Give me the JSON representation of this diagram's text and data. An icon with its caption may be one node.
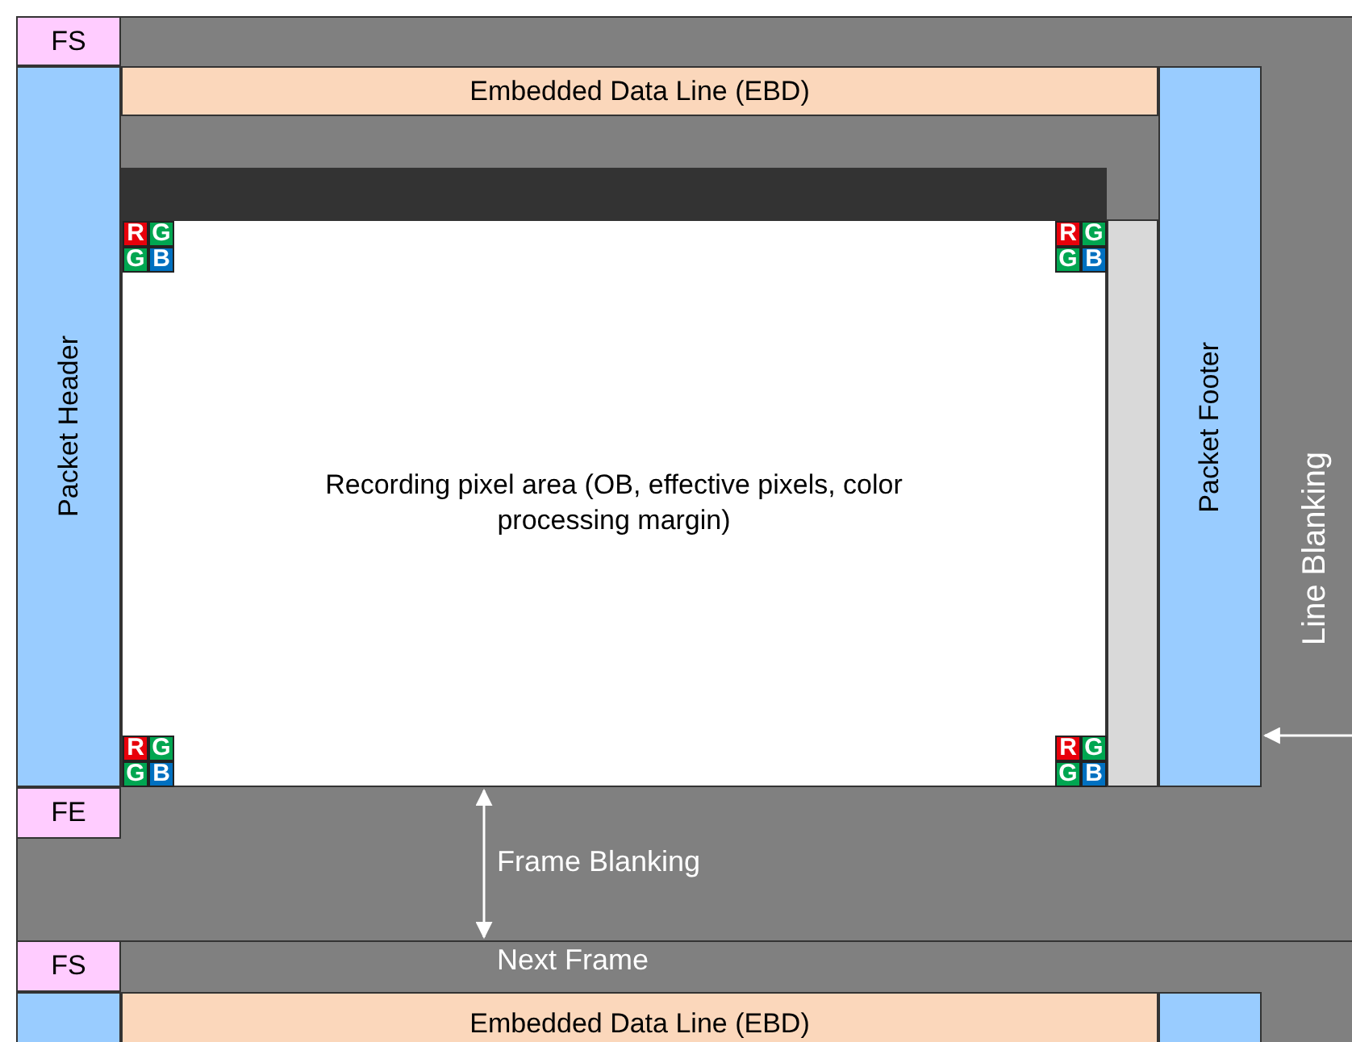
{
  "diagram": {
    "nodes": [
      {
        "text": [
          "FS"
        ]
      },
      {
        "text": [
          "Embedded Data Line (EBD)"
        ]
      },
      {
        "text": [
          "Packet Header"
        ]
      },
      {
        "text": [],
        "shape": "box"
      },
      {
        "text": [
          "Recording pixel area (OB, effective pixels, color processing margin)"
        ]
      },
      {
        "text": [],
        "shape": "box"
      },
      {
        "text": [
          "Packet Footer"
        ]
      },
      {
        "text": [
          "FE"
        ]
      },
      {
        "text": [
          "FS"
        ]
      },
      {
        "text": [],
        "shape": "box"
      },
      {
        "text": [
          "Embedded Data Line (EBD)"
        ]
      },
      {
        "text": [],
        "shape": "box"
      }
    ],
    "edges": [],
    "labels": [
      "R",
      "G",
      "G",
      "B",
      "R",
      "G",
      "G",
      "B",
      "Line Blanking",
      "R",
      "G",
      "G",
      "B",
      "R",
      "G",
      "G",
      "B",
      "Frame Blanking",
      "Next Frame"
    ]
  }
}
